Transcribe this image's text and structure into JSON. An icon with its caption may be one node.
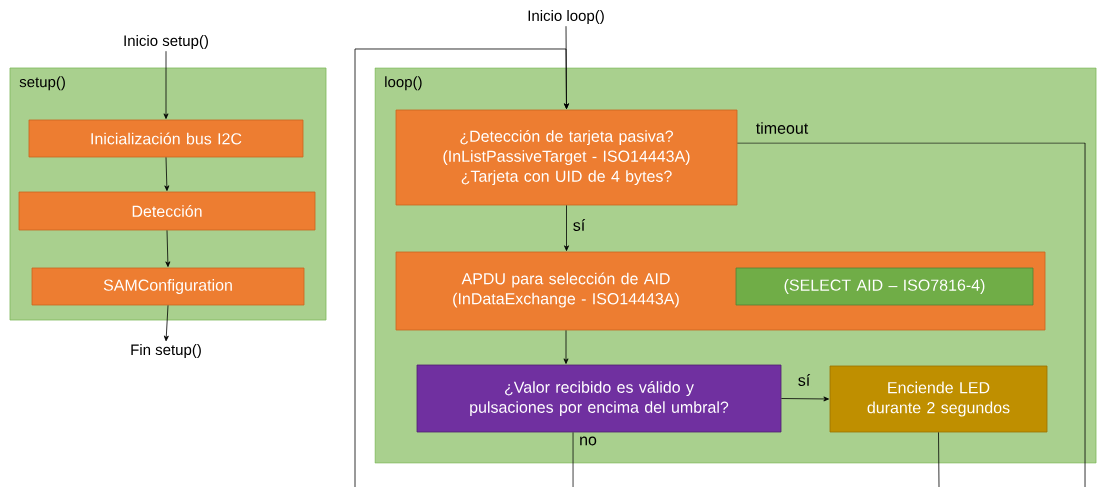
{
  "diagram": {
    "nodes": [
      {
        "text": [
          "Inicio setup()"
        ]
      },
      {
        "text": [
          "setup()"
        ]
      },
      {
        "text": [
          "Inicialización bus I2C"
        ],
        "in": 1
      },
      {
        "text": [
          "Detección"
        ],
        "in": 1
      },
      {
        "text": [
          "SAMConfiguration"
        ],
        "in": 1
      },
      {
        "text": [
          "Fin setup()"
        ]
      },
      {
        "text": [
          "Inicio loop()"
        ]
      },
      {
        "text": [
          "loop()"
        ]
      },
      {
        "text": [
          "¿Detección de tarjeta pasiva? (InListPassiveTarget - ISO14443A) ¿Tarjeta con UID de 4 bytes?"
        ],
        "in": 7
      },
      {
        "text": [
          "APDU para selección de AID (InDataExchange - ISO14443A)"
        ],
        "in": 7
      },
      {
        "text": [
          "(SELECT AID – ISO7816-4)"
        ],
        "in": 9
      },
      {
        "text": [
          "¿Valor recibido es válido y pulsaciones por encima del umbral?"
        ],
        "in": 7
      },
      {
        "text": [
          "Enciende LED durante 2 segundos"
        ],
        "in": 7
      }
    ],
    "edges": [
      {
        "from": 0,
        "to": 2,
        "arrow": "to"
      },
      {
        "from": 2,
        "to": 3,
        "arrow": "to"
      },
      {
        "from": 3,
        "to": 4,
        "arrow": "to"
      },
      {
        "from": 4,
        "to": 5,
        "arrow": "to"
      },
      {
        "from": 6,
        "to": 8,
        "arrow": "to"
      },
      {
        "from": 8,
        "to": 9,
        "label": "sí",
        "arrow": "to"
      },
      {
        "from": 9,
        "to": 11,
        "arrow": "to"
      },
      {
        "from": 11,
        "to": 12,
        "label": "sí",
        "arrow": "to"
      },
      {
        "from": 11,
        "to": null,
        "label": "no",
        "arrow": "none"
      },
      {
        "from": 12,
        "to": null,
        "arrow": "none"
      },
      {
        "from": 8,
        "to": null,
        "label": "timeout",
        "arrow": "none"
      },
      {
        "from": null,
        "to": 8,
        "arrow": "to"
      }
    ]
  }
}
